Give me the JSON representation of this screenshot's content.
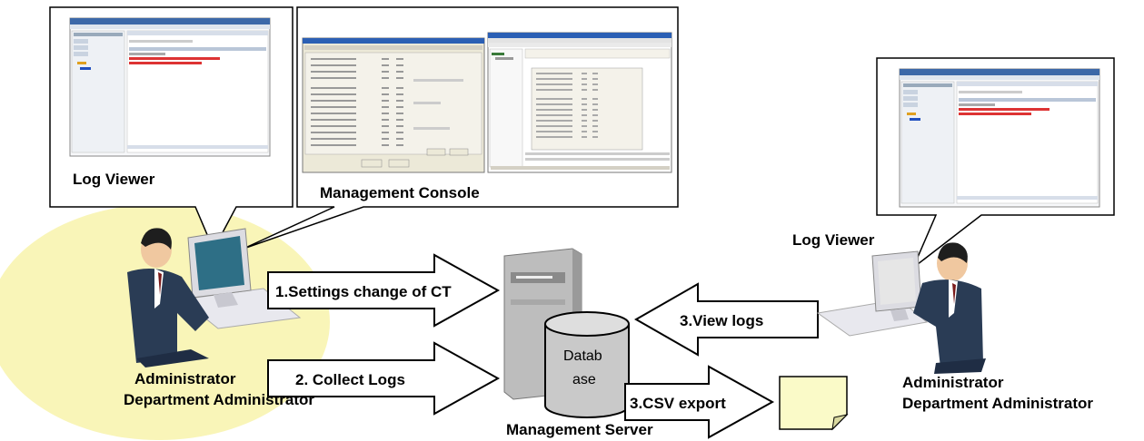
{
  "diagram": {
    "callouts": {
      "log_viewer_left": "Log Viewer",
      "management_console": "Management Console",
      "log_viewer_right": "Log Viewer"
    },
    "arrows": {
      "settings_change": "1.Settings change of CT",
      "collect_logs": "2. Collect Logs",
      "view_logs": "3.View logs",
      "csv_export": "3.CSV export"
    },
    "database_label_line1": "Datab",
    "database_label_line2": "ase",
    "server_label": "Management Server",
    "left_roles": {
      "line1": "Administrator",
      "line2": "Department Administrator"
    },
    "right_roles": {
      "line1": "Administrator",
      "line2": "Department Administrator"
    }
  },
  "colors": {
    "highlight": "#f9f5b8",
    "screen": "#2e6f86",
    "suit": "#2a3c55",
    "server": "#bdbdbd",
    "document": "#fafac8"
  }
}
